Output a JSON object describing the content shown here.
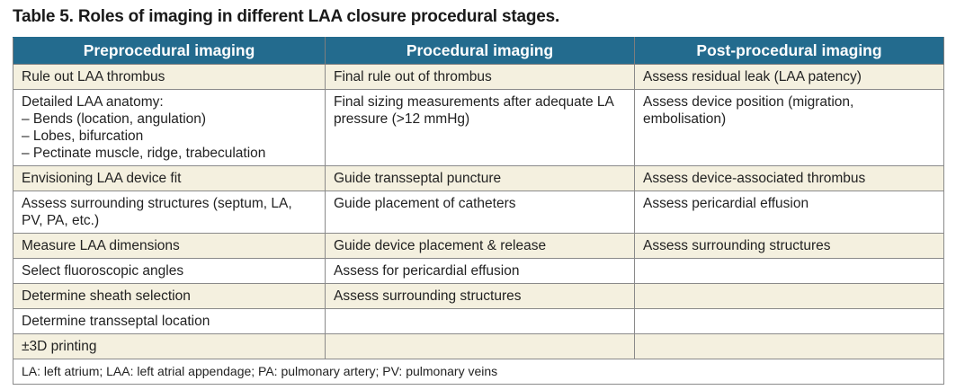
{
  "caption": "Table 5. Roles of imaging in different LAA closure procedural stages.",
  "headers": [
    "Preprocedural imaging",
    "Procedural imaging",
    "Post-procedural imaging"
  ],
  "rows": [
    {
      "pre": [
        "Rule out LAA thrombus"
      ],
      "proc": [
        "Final rule out of thrombus"
      ],
      "post": [
        "Assess residual leak (LAA patency)"
      ]
    },
    {
      "pre": [
        "Detailed LAA anatomy:",
        "– Bends (location, angulation)",
        "– Lobes, bifurcation",
        "– Pectinate muscle, ridge, trabeculation"
      ],
      "proc": [
        "Final sizing measurements after adequate LA",
        "pressure (>12 mmHg)"
      ],
      "post": [
        "Assess device position (migration,",
        "embolisation)"
      ]
    },
    {
      "pre": [
        "Envisioning LAA device fit"
      ],
      "proc": [
        "Guide transseptal puncture"
      ],
      "post": [
        "Assess device-associated thrombus"
      ]
    },
    {
      "pre": [
        "Assess surrounding structures (septum, LA,",
        "PV, PA, etc.)"
      ],
      "proc": [
        "Guide placement of catheters"
      ],
      "post": [
        "Assess pericardial effusion"
      ]
    },
    {
      "pre": [
        "Measure LAA dimensions"
      ],
      "proc": [
        "Guide device placement & release"
      ],
      "post": [
        "Assess surrounding structures"
      ]
    },
    {
      "pre": [
        "Select fluoroscopic angles"
      ],
      "proc": [
        "Assess for pericardial effusion"
      ],
      "post": []
    },
    {
      "pre": [
        "Determine sheath selection"
      ],
      "proc": [
        "Assess surrounding structures"
      ],
      "post": []
    },
    {
      "pre": [
        "Determine transseptal location"
      ],
      "proc": [],
      "post": []
    },
    {
      "pre": [
        "±3D printing"
      ],
      "proc": [],
      "post": []
    }
  ],
  "footnote": "LA: left atrium; LAA: left atrial appendage; PA: pulmonary artery; PV: pulmonary veins",
  "colors": {
    "header_bg": "#236b8e",
    "header_text": "#ffffff",
    "shaded_row": "#f4f0df",
    "plain_row": "#ffffff"
  }
}
